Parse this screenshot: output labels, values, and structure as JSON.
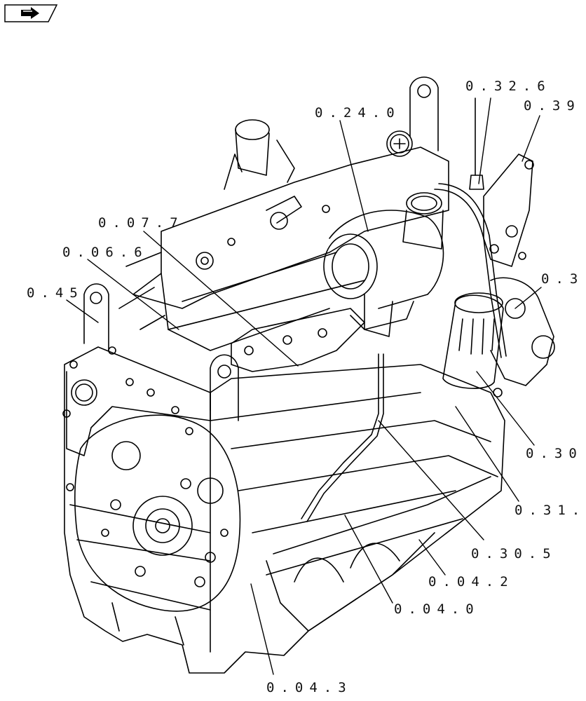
{
  "callouts": {
    "c_0_32_6": "0.32.6",
    "c_0_39": "0.39",
    "c_0_24_0": "0.24.0",
    "c_0_07_7": "0.07.7",
    "c_0_06_6": "0.06.6",
    "c_0_45": "0.45",
    "c_0_3": "0.3",
    "c_0_30": "0.30",
    "c_0_31": "0.31.",
    "c_0_30_5": "0.30.5",
    "c_0_04_2": "0.04.2",
    "c_0_04_0": "0.04.0",
    "c_0_04_3": "0.04.3"
  },
  "gauge_label": "",
  "icons": {
    "nav": "arrow-right-icon"
  }
}
